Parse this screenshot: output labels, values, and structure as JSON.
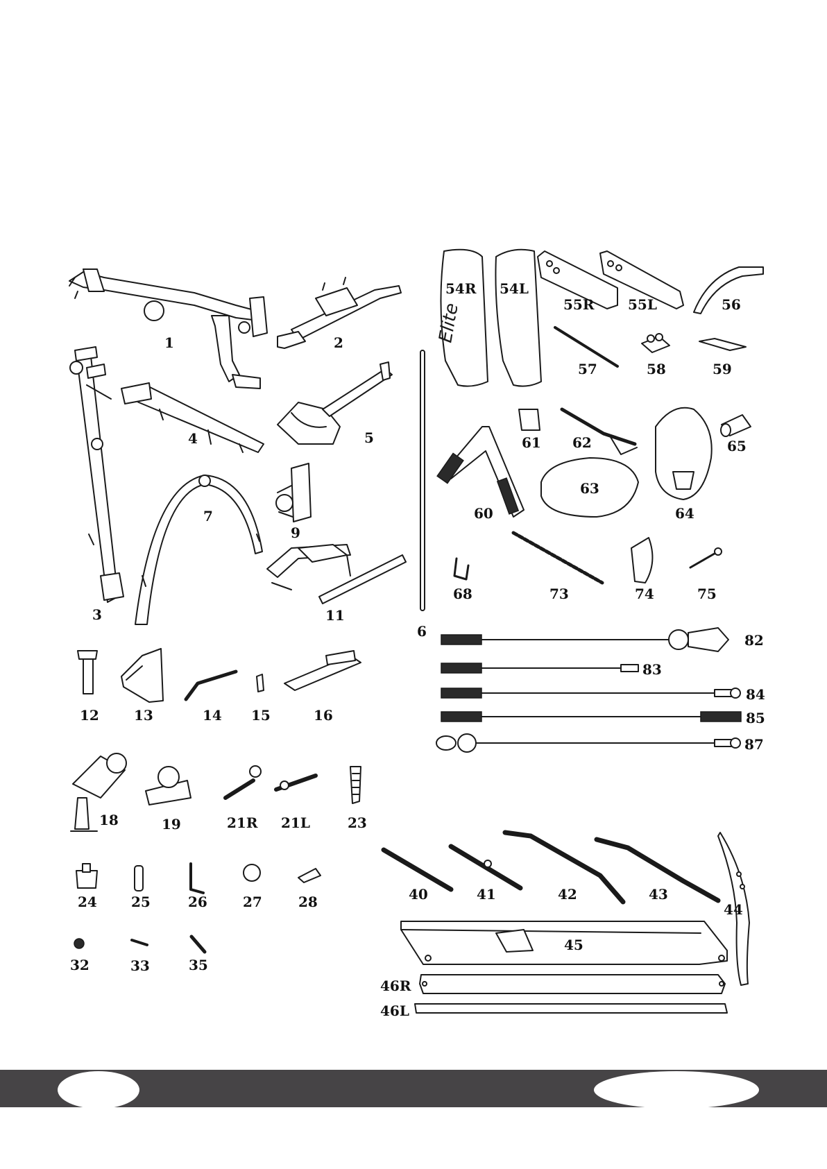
{
  "labels": {
    "p1": "1",
    "p2": "2",
    "p3": "3",
    "p4": "4",
    "p5": "5",
    "p6": "6",
    "p7": "7",
    "p9": "9",
    "p11": "11",
    "p12": "12",
    "p13": "13",
    "p14": "14",
    "p15": "15",
    "p16": "16",
    "p18": "18",
    "p19": "19",
    "p21R": "21R",
    "p21L": "21L",
    "p23": "23",
    "p24": "24",
    "p25": "25",
    "p26": "26",
    "p27": "27",
    "p28": "28",
    "p32": "32",
    "p33": "33",
    "p35": "35",
    "p40": "40",
    "p41": "41",
    "p42": "42",
    "p43": "43",
    "p44": "44",
    "p45": "45",
    "p46R": "46R",
    "p46L": "46L",
    "p54R": "54R",
    "p54L": "54L",
    "p55R": "55R",
    "p55L": "55L",
    "p56": "56",
    "p57": "57",
    "p58": "58",
    "p59": "59",
    "p60": "60",
    "p61": "61",
    "p62": "62",
    "p63": "63",
    "p64": "64",
    "p65": "65",
    "p68": "68",
    "p73": "73",
    "p74": "74",
    "p75": "75",
    "p82": "82",
    "p83": "83",
    "p84": "84",
    "p85": "85",
    "p87": "87"
  },
  "logo_text": "Elite",
  "colors": {
    "footer": "#464446",
    "line": "#1a1a1a",
    "background": "#ffffff"
  }
}
